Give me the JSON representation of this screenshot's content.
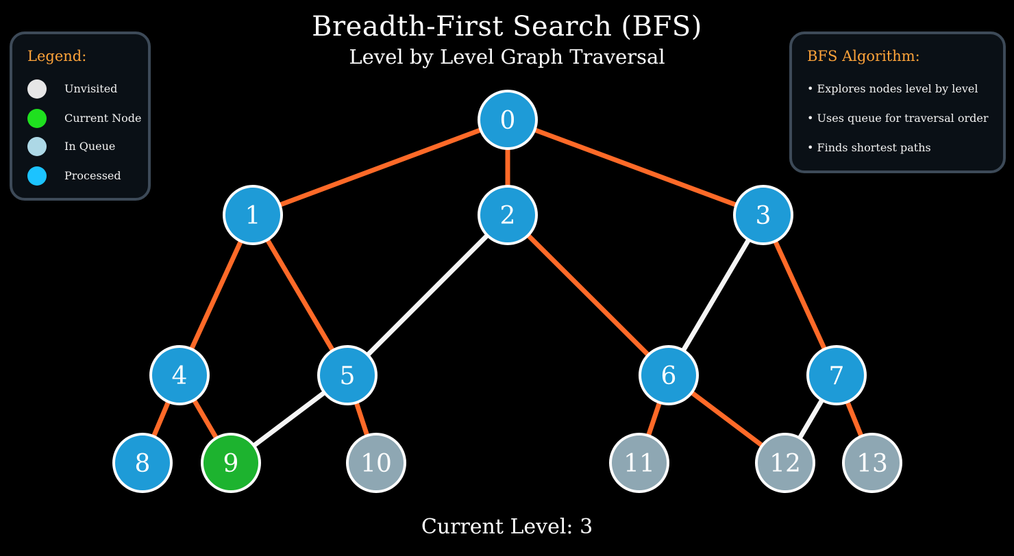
{
  "title": "Breadth-First Search (BFS)",
  "subtitle": "Level by Level Graph Traversal",
  "legend": {
    "heading": "Legend:",
    "items": [
      {
        "label": "Unvisited",
        "color": "#e6e6e6"
      },
      {
        "label": "Current Node",
        "color": "#1fe01f"
      },
      {
        "label": "In Queue",
        "color": "#add8e6"
      },
      {
        "label": "Processed",
        "color": "#1cc3ff"
      }
    ]
  },
  "info": {
    "heading": "BFS Algorithm:",
    "lines": [
      "• Explores nodes level by level",
      "• Uses queue for traversal order",
      "• Finds shortest paths"
    ]
  },
  "graph": {
    "colors": {
      "traversed_edge": "#ff6a28",
      "untraversed_edge": "#f5f5f5",
      "processed": "#1e9bd7",
      "current": "#1db32f",
      "in_queue": "#8ea7b3",
      "node_border": "#ffffff"
    },
    "nodes": [
      {
        "id": "0",
        "state": "processed"
      },
      {
        "id": "1",
        "state": "processed"
      },
      {
        "id": "2",
        "state": "processed"
      },
      {
        "id": "3",
        "state": "processed"
      },
      {
        "id": "4",
        "state": "processed"
      },
      {
        "id": "5",
        "state": "processed"
      },
      {
        "id": "6",
        "state": "processed"
      },
      {
        "id": "7",
        "state": "processed"
      },
      {
        "id": "8",
        "state": "processed"
      },
      {
        "id": "9",
        "state": "current"
      },
      {
        "id": "10",
        "state": "in_queue"
      },
      {
        "id": "11",
        "state": "in_queue"
      },
      {
        "id": "12",
        "state": "in_queue"
      },
      {
        "id": "13",
        "state": "in_queue"
      }
    ],
    "edges": [
      {
        "from": "0",
        "to": "1",
        "traversed": true
      },
      {
        "from": "0",
        "to": "2",
        "traversed": true
      },
      {
        "from": "0",
        "to": "3",
        "traversed": true
      },
      {
        "from": "1",
        "to": "4",
        "traversed": true
      },
      {
        "from": "1",
        "to": "5",
        "traversed": true
      },
      {
        "from": "2",
        "to": "5",
        "traversed": false
      },
      {
        "from": "2",
        "to": "6",
        "traversed": true
      },
      {
        "from": "3",
        "to": "6",
        "traversed": false
      },
      {
        "from": "3",
        "to": "7",
        "traversed": true
      },
      {
        "from": "4",
        "to": "8",
        "traversed": true
      },
      {
        "from": "4",
        "to": "9",
        "traversed": true
      },
      {
        "from": "5",
        "to": "9",
        "traversed": false
      },
      {
        "from": "5",
        "to": "10",
        "traversed": true
      },
      {
        "from": "6",
        "to": "11",
        "traversed": true
      },
      {
        "from": "6",
        "to": "12",
        "traversed": true
      },
      {
        "from": "7",
        "to": "12",
        "traversed": false
      },
      {
        "from": "7",
        "to": "13",
        "traversed": true
      }
    ]
  },
  "status": "Current Level: 3"
}
